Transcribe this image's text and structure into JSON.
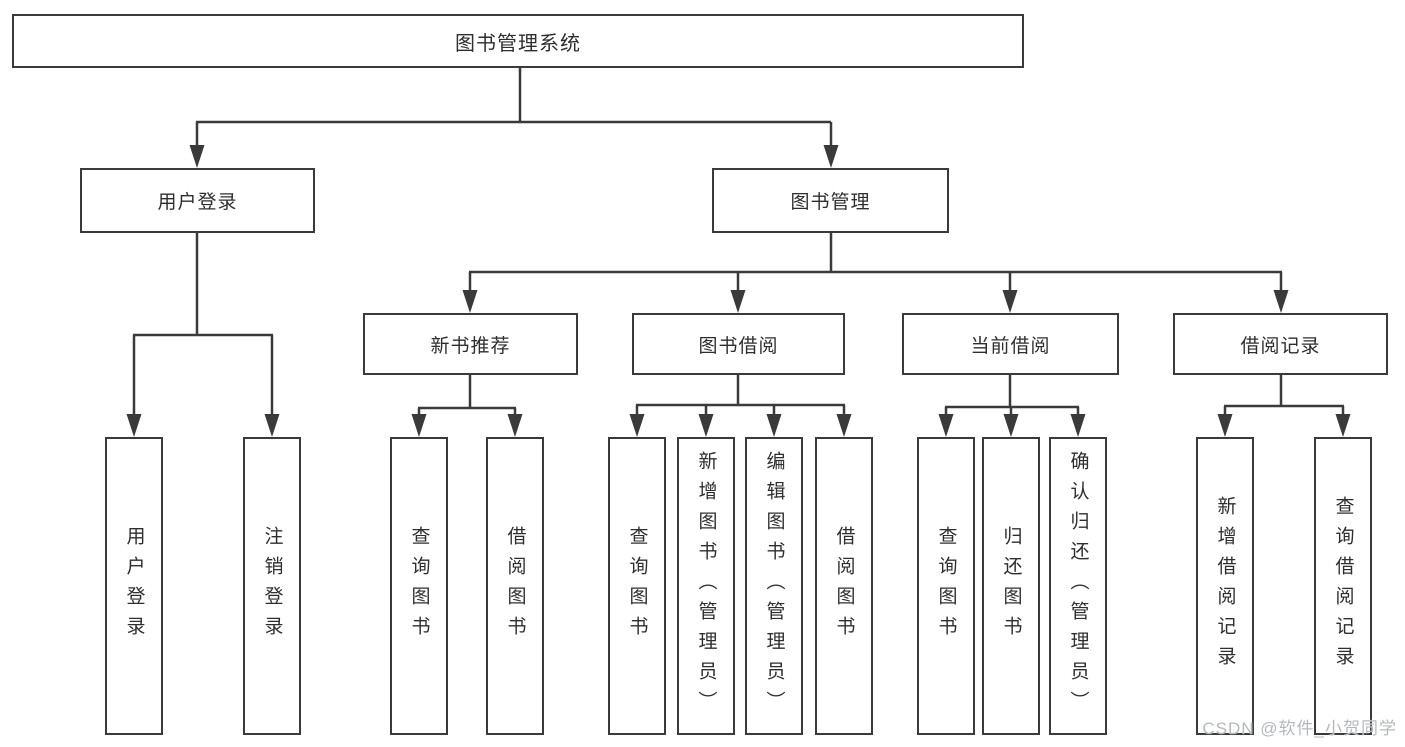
{
  "colors": {
    "line": "#3a3a3a",
    "box_border": "#3a3a3a",
    "box_fill": "#ffffff",
    "text": "#2e2e2e",
    "watermark": "#b5b9bd",
    "background": "#ffffff"
  },
  "root": {
    "label": "图书管理系统"
  },
  "user_login": {
    "label": "用户登录",
    "children": [
      {
        "label": "用户登录"
      },
      {
        "label": "注销登录"
      }
    ]
  },
  "book_mgmt": {
    "label": "图书管理",
    "modules": [
      {
        "label": "新书推荐",
        "children": [
          {
            "label": "查询图书"
          },
          {
            "label": "借阅图书"
          }
        ]
      },
      {
        "label": "图书借阅",
        "children": [
          {
            "label": "查询图书"
          },
          {
            "label": "新增图书（管理员）"
          },
          {
            "label": "编辑图书（管理员）"
          },
          {
            "label": "借阅图书"
          }
        ]
      },
      {
        "label": "当前借阅",
        "children": [
          {
            "label": "查询图书"
          },
          {
            "label": "归还图书"
          },
          {
            "label": "确认归还（管理员）"
          }
        ]
      },
      {
        "label": "借阅记录",
        "children": [
          {
            "label": "新增借阅记录"
          },
          {
            "label": "查询借阅记录"
          }
        ]
      }
    ]
  },
  "watermark": {
    "text": "CSDN @软件_小贺同学"
  }
}
